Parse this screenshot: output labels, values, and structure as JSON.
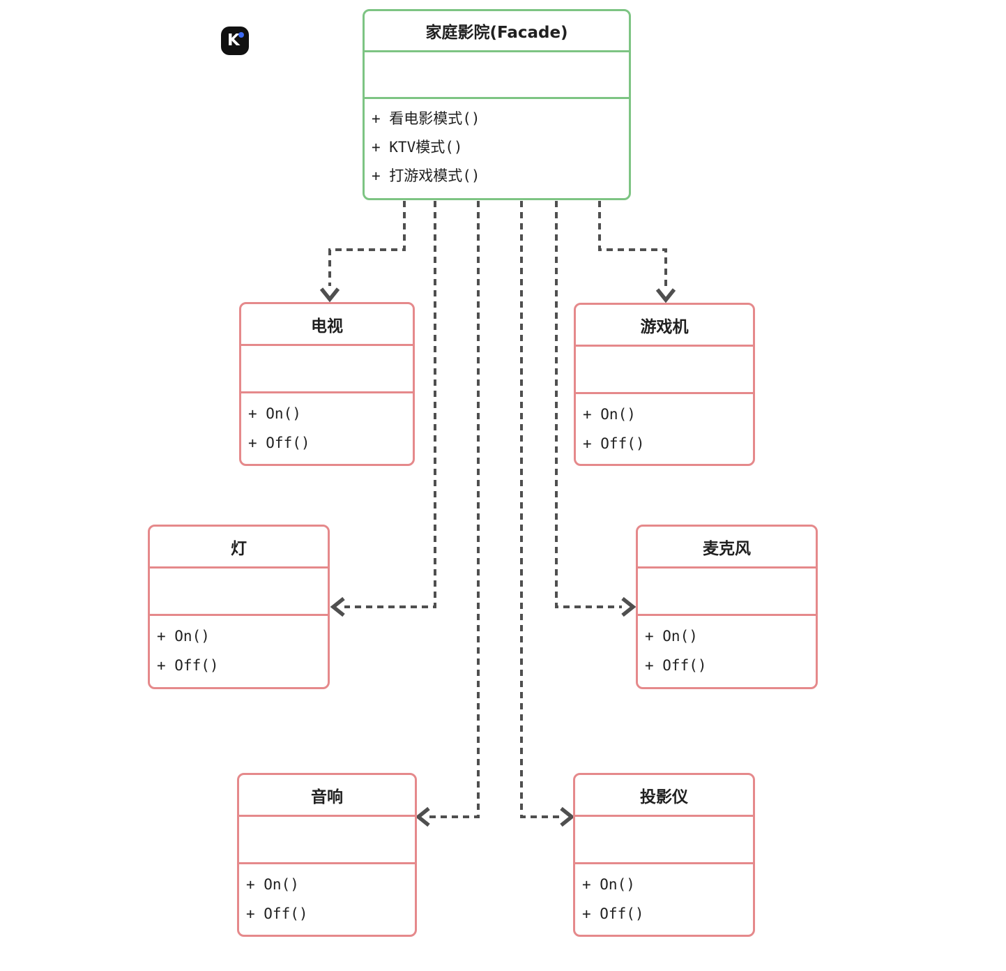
{
  "colors": {
    "facade_border": "#7dc483",
    "subsystem_border": "#e5898b",
    "connector": "#4f4f4f",
    "text": "#202020",
    "logo_bg": "#111111",
    "logo_dot": "#3d6bf5",
    "background": "#ffffff"
  },
  "logo": {
    "letter": "K"
  },
  "diagram": {
    "facade": {
      "title": "家庭影院(Facade)",
      "attributes": "",
      "methods": [
        "+ 看电影模式()",
        "+ KTV模式()",
        "+ 打游戏模式()"
      ]
    },
    "subsystems": [
      {
        "id": "tv",
        "title": "电视",
        "attributes": "",
        "methods": [
          "+ On()",
          "+ Off()"
        ]
      },
      {
        "id": "console",
        "title": "游戏机",
        "attributes": "",
        "methods": [
          "+ On()",
          "+ Off()"
        ]
      },
      {
        "id": "light",
        "title": "灯",
        "attributes": "",
        "methods": [
          "+ On()",
          "+ Off()"
        ]
      },
      {
        "id": "mic",
        "title": "麦克风",
        "attributes": "",
        "methods": [
          "+ On()",
          "+ Off()"
        ]
      },
      {
        "id": "speaker",
        "title": "音响",
        "attributes": "",
        "methods": [
          "+ On()",
          "+ Off()"
        ]
      },
      {
        "id": "projector",
        "title": "投影仪",
        "attributes": "",
        "methods": [
          "+ On()",
          "+ Off()"
        ]
      }
    ],
    "connections": [
      {
        "from": "家庭影院(Facade)",
        "to": "电视",
        "style": "dashed-arrow"
      },
      {
        "from": "家庭影院(Facade)",
        "to": "游戏机",
        "style": "dashed-arrow"
      },
      {
        "from": "家庭影院(Facade)",
        "to": "灯",
        "style": "dashed-arrow"
      },
      {
        "from": "家庭影院(Facade)",
        "to": "麦克风",
        "style": "dashed-arrow"
      },
      {
        "from": "家庭影院(Facade)",
        "to": "音响",
        "style": "dashed-arrow"
      },
      {
        "from": "家庭影院(Facade)",
        "to": "投影仪",
        "style": "dashed-arrow"
      }
    ]
  }
}
